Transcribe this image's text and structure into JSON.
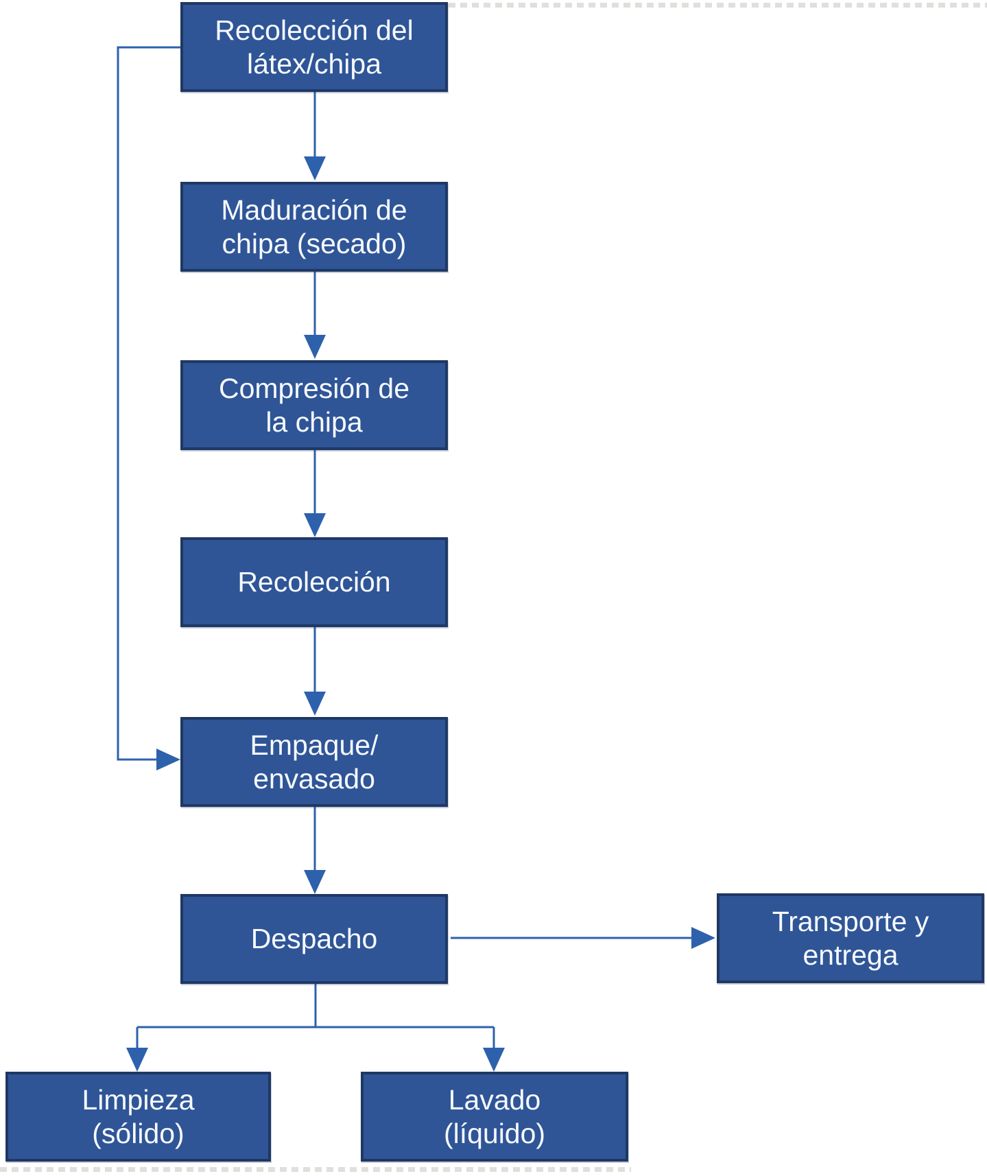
{
  "flowchart": {
    "type": "flowchart",
    "colors": {
      "node_fill": "#2F5597",
      "node_border": "#1F3864",
      "connector": "#2E61AC",
      "text": "#F7FAFD"
    },
    "nodes": {
      "recoleccion_latex": {
        "label": "Recolección del\nlátex/chipa"
      },
      "maduracion": {
        "label": "Maduración de\nchipa (secado)"
      },
      "compresion": {
        "label": "Compresión de\nla chipa"
      },
      "recoleccion": {
        "label": "Recolección"
      },
      "empaque": {
        "label": "Empaque/\nenvasado"
      },
      "despacho": {
        "label": "Despacho"
      },
      "transporte": {
        "label": "Transporte y\nentrega"
      },
      "limpieza": {
        "label": "Limpieza\n(sólido)"
      },
      "lavado": {
        "label": "Lavado\n(líquido)"
      }
    },
    "edges": [
      {
        "from": "recoleccion_latex",
        "to": "maduracion",
        "style": "arrow-down"
      },
      {
        "from": "maduracion",
        "to": "compresion",
        "style": "arrow-down"
      },
      {
        "from": "compresion",
        "to": "recoleccion",
        "style": "arrow-down"
      },
      {
        "from": "recoleccion",
        "to": "empaque",
        "style": "arrow-down"
      },
      {
        "from": "empaque",
        "to": "despacho",
        "style": "arrow-down"
      },
      {
        "from": "despacho",
        "to": "transporte",
        "style": "arrow-right"
      },
      {
        "from": "despacho",
        "to": "limpieza",
        "style": "branch-down"
      },
      {
        "from": "despacho",
        "to": "lavado",
        "style": "branch-down"
      },
      {
        "from": "recoleccion_latex",
        "to": "empaque",
        "style": "feedback-left-loop"
      }
    ]
  }
}
